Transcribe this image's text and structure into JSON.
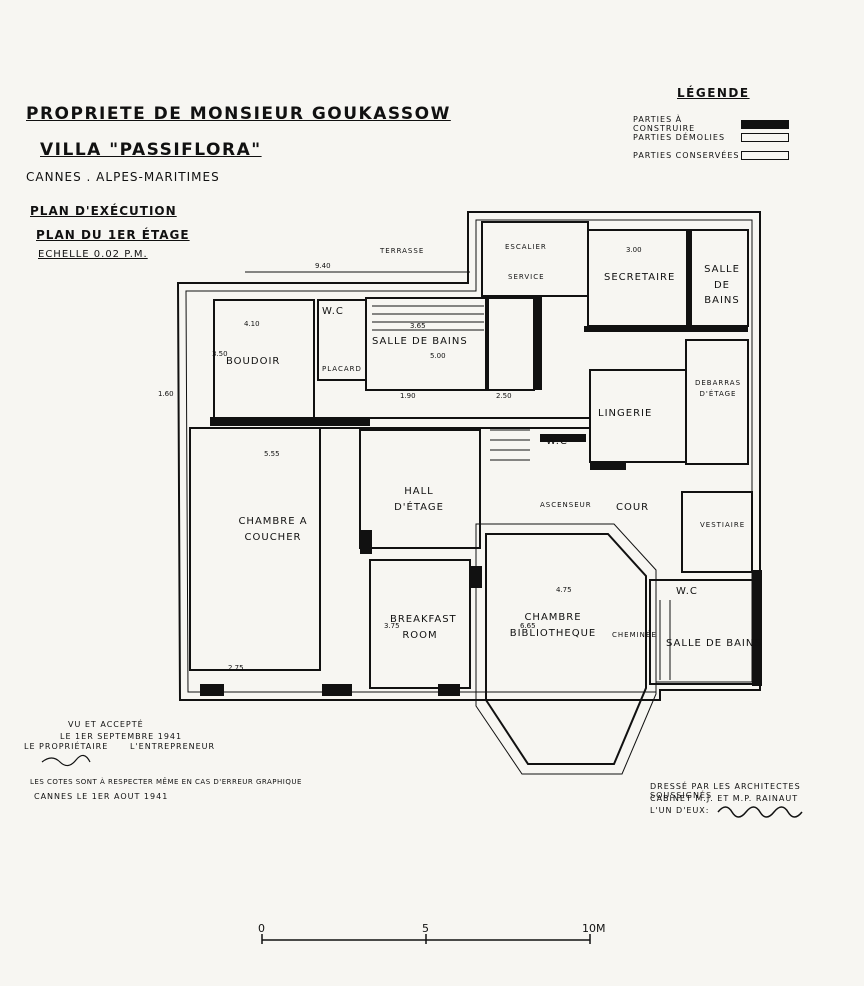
{
  "title": {
    "line1": "PROPRIETE DE MONSIEUR GOUKASSOW",
    "line2": "VILLA \"PASSIFLORA\"",
    "line3": "CANNES . ALPES-MARITIMES",
    "line4": "PLAN D'EXÉCUTION",
    "line5": "PLAN DU 1ER ÉTAGE",
    "line6": "ECHELLE 0.02 P.M."
  },
  "legend": {
    "title": "LÉGENDE",
    "items": [
      {
        "label": "PARTIES À CONSTRUIRE",
        "fill": "#111111"
      },
      {
        "label": "PARTIES DÉMOLIES",
        "fill": "#f7f6f2"
      },
      {
        "label": "PARTIES CONSERVÉES",
        "fill": "#f7f6f2"
      }
    ]
  },
  "rooms": {
    "terrasse": "TERRASSE",
    "escalier": "ESCALIER",
    "service": "SERVICE",
    "secretaire": "SECRETAIRE",
    "salle_bains_top": "SALLE DE BAINS",
    "wc1": "W.C",
    "salle_bains_main": "SALLE DE BAINS",
    "boudoir": "BOUDOIR",
    "placard": "PLACARD",
    "degagement": "DEBARRAS D'ÉTAGE",
    "lingerie": "LINGERIE",
    "wc2": "W.C",
    "hall": "HALL D'ÉTAGE",
    "ascenseur": "ASCENSEUR",
    "cour": "COUR",
    "chambre_coucher": "CHAMBRE A COUCHER",
    "vestiaire": "VESTIAIRE",
    "breakfast": "BREAKFAST ROOM",
    "chambre_bibliotheque": "CHAMBRE BIBLIOTHEQUE",
    "cheminee": "CHEMINÉE",
    "wc3": "W.C",
    "salle_bains_small": "SALLE DE BAINS"
  },
  "dimensions": {
    "d1": "9.40",
    "d2": "4.10",
    "d3": "3.50",
    "d4": "5.55",
    "d5": "3.00",
    "d6": "3.65",
    "d7": "5.00",
    "d8": "4.75",
    "d9": "2.75",
    "d10": "3.75",
    "d11": "1.90",
    "d12": "1.60",
    "d13": "2.50",
    "d14": "6.65"
  },
  "approval": {
    "line1": "VU ET ACCEPTÉ",
    "line2": "LE 1ER SEPTEMBRE 1941",
    "owner": "LE PROPRIÉTAIRE",
    "contractor": "L'ENTREPRENEUR",
    "note": "LES COTES SONT À RESPECTER MÊME EN CAS D'ERREUR GRAPHIQUE",
    "place_date": "CANNES LE 1ER AOUT 1941"
  },
  "architects": {
    "line1": "DRESSÉ PAR LES ARCHITECTES SOUSSIGNÉS",
    "line2": "CABINET M.J. ET M.P. RAINAUT",
    "line3": "L'UN D'EUX:"
  },
  "scale_bar": {
    "labels": [
      "0",
      "5",
      "10M"
    ]
  }
}
